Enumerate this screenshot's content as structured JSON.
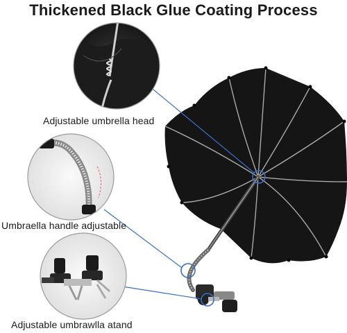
{
  "title": "Thickened Black Glue Coating Process",
  "callouts": {
    "head": "Adjustable umbrella head",
    "handle": "Umbraella handle adjustable",
    "stand": "Adjustable umbrawlla atand"
  },
  "colors": {
    "canopy": "#151515",
    "rib": "#bfbfbf",
    "callout_line": "#3a6fc4",
    "circle_ring": "#9a9a9a"
  }
}
